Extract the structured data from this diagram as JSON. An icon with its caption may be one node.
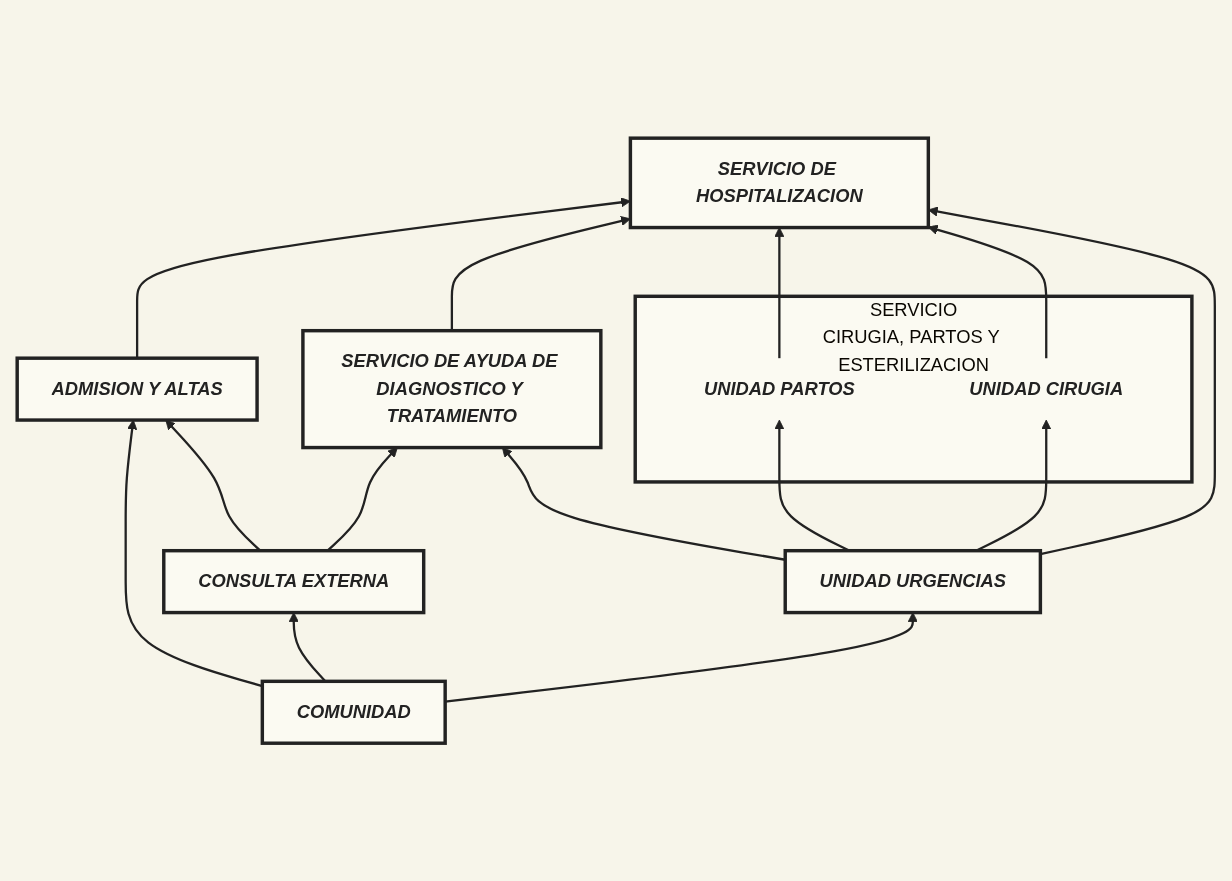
{
  "diagram": {
    "nodes": [
      {
        "text": [
          "SERVICIO DE HOSPITALIZACION"
        ]
      },
      {
        "text": [
          "ADMISION Y ALTAS"
        ]
      },
      {
        "text": [
          "SERVICIO DE AYUDA DE DIAGNOSTICO Y TRATAMIENTO"
        ]
      },
      {
        "text": [
          "SERVICIO",
          "CIRUGIA, PARTOS Y ESTERILIZACION"
        ]
      },
      {
        "text": [
          "UNIDAD PARTOS"
        ],
        "in": 3
      },
      {
        "text": [
          "UNIDAD CIRUGIA"
        ],
        "in": 3
      },
      {
        "text": [
          "CONSULTA EXTERNA"
        ]
      },
      {
        "text": [
          "UNIDAD URGENCIAS"
        ]
      },
      {
        "text": [
          "COMUNIDAD"
        ]
      }
    ],
    "edges": [
      {
        "from": 1,
        "to": 0,
        "arrow": "to"
      },
      {
        "from": 2,
        "to": 0,
        "arrow": "to"
      },
      {
        "from": 4,
        "to": 0,
        "arrow": "to"
      },
      {
        "from": 5,
        "to": 0,
        "arrow": "to"
      },
      {
        "from": 7,
        "to": 0,
        "arrow": "to"
      },
      {
        "from": 8,
        "to": 1,
        "arrow": "to"
      },
      {
        "from": 6,
        "to": 1,
        "arrow": "to"
      },
      {
        "from": 6,
        "to": 2,
        "arrow": "to"
      },
      {
        "from": 7,
        "to": 2,
        "arrow": "to"
      },
      {
        "from": 7,
        "to": 4,
        "arrow": "to"
      },
      {
        "from": 7,
        "to": 5,
        "arrow": "to"
      },
      {
        "from": 8,
        "to": 6,
        "arrow": "to"
      },
      {
        "from": 8,
        "to": 7,
        "arrow": "to"
      }
    ]
  }
}
